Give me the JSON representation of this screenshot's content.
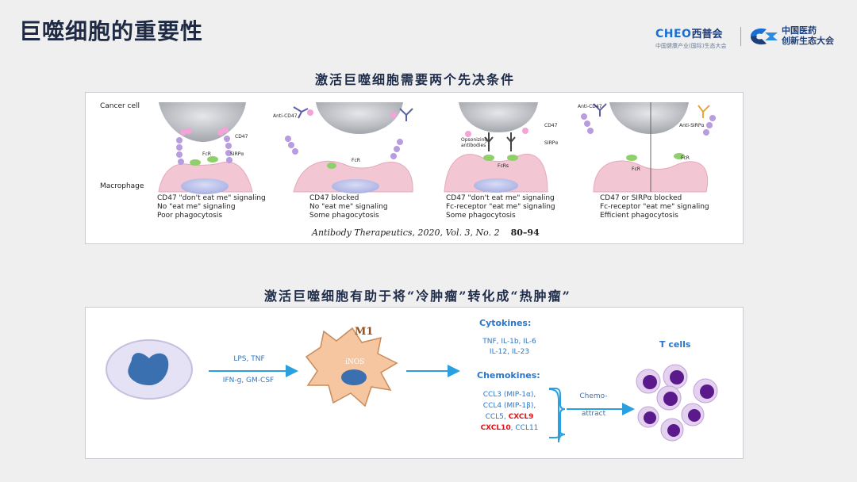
{
  "header": {
    "title": "巨噬细胞的重要性"
  },
  "logos": {
    "cheo_brand": "CHEO",
    "cheo_brand_cn": "西普会",
    "cheo_sub": "中国健康产业(国际)生态大会",
    "partner_line1": "中国医药",
    "partner_line2": "创新生态大会"
  },
  "section1": {
    "title": "激活巨噬细胞需要两个先决条件",
    "left_labels": {
      "cancer": "Cancer cell",
      "macrophage": "Macrophage"
    },
    "panels": [
      {
        "tags": {
          "cd47": "CD47",
          "sirpa": "SIRPα",
          "fcr": "FcR"
        },
        "caption": [
          "CD47 \"don't eat me\" signaling",
          "No \"eat me\" signaling",
          "Poor phagocytosis"
        ]
      },
      {
        "tags": {
          "anti": "Anti-CD47",
          "fcr": "FcR"
        },
        "caption": [
          "CD47 blocked",
          "No \"eat me\" signaling",
          "Some phagocytosis"
        ]
      },
      {
        "tags": {
          "cd47": "CD47",
          "opson": "Opsonizing antibodies",
          "sirpa": "SIRPα",
          "fcrs": "FcRs"
        },
        "caption": [
          "CD47 \"don't eat me\" signaling",
          "Fc-receptor \"eat me\" signaling",
          "Some phagocytosis"
        ]
      },
      {
        "tags": {
          "anti": "Anti-CD47",
          "antisirpa": "Anti-SIRPα",
          "fcr1": "FcR",
          "fcr2": "FcR"
        },
        "caption": [
          "CD47 or SIRPα blocked",
          "Fc-receptor \"eat me\" signaling",
          "Efficient phagocytosis"
        ]
      }
    ],
    "citation": "Antibody Therapeutics, 2020, Vol. 3, No. 2",
    "pages": "80–94"
  },
  "section2": {
    "title": "激活巨噬细胞有助于将“冷肿瘤”转化成“热肿瘤”",
    "stimuli": {
      "line1": "LPS, TNF",
      "line2": "IFN-g, GM-CSF"
    },
    "m1_label": "M1",
    "inos_label": "iNOS",
    "cytokines": {
      "heading": "Cytokines:",
      "line1": "TNF, IL-1b, IL-6",
      "line2": "IL-12, IL-23"
    },
    "chemokines": {
      "heading": "Chemokines:",
      "line1": "CCL3 (MIP-1α),",
      "line2": "CCL4 (MIP-1β),",
      "line3a": "CCL5, ",
      "line3b": "CXCL9",
      "line4a": "CXCL10",
      "line4b": ", CCL11"
    },
    "chemoattract": {
      "line1": "Chemo-",
      "line2": "attract"
    },
    "tcells_label": "T cells"
  },
  "colors": {
    "accent_blue": "#2a76c9",
    "highlight_red": "#e0141a",
    "cell_purple": "#5b1a8c",
    "cell_blue": "#3a6fb0",
    "macrophage_fill": "#f6c6a0",
    "macrophage_pink": "#f3c9d6"
  }
}
